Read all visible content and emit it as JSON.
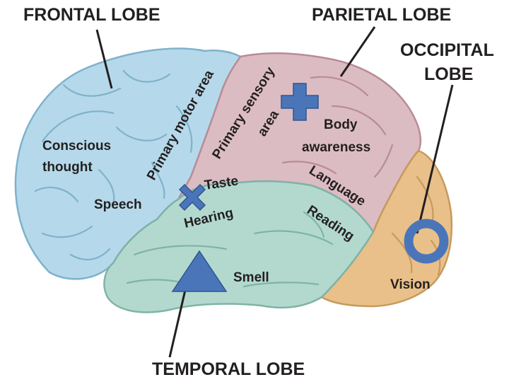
{
  "lobes": {
    "frontal": {
      "title": "FRONTAL LOBE",
      "fill": "#b5d9ea",
      "stroke": "#7fb2cb"
    },
    "parietal": {
      "title": "PARIETAL LOBE",
      "fill": "#dcbcc3",
      "stroke": "#b88c97"
    },
    "occipital": {
      "title_line1": "OCCIPITAL",
      "title_line2": "LOBE",
      "fill": "#e9c089",
      "stroke": "#c79a5c"
    },
    "temporal": {
      "title": "TEMPORAL LOBE",
      "fill": "#b3d9cf",
      "stroke": "#7fb3a6"
    }
  },
  "regions": {
    "conscious_line1": "Conscious",
    "conscious_line2": "thought",
    "speech": "Speech",
    "primary_motor": "Primary motor area",
    "primary_sensory_line1": "Primary sensory",
    "primary_sensory_line2": "area",
    "body_line1": "Body",
    "body_line2": "awareness",
    "taste": "Taste",
    "hearing": "Hearing",
    "language": "Language",
    "reading": "Reading",
    "smell": "Smell",
    "vision": "Vision"
  },
  "markers": {
    "color": "#4a76b9",
    "outline": "#2f5590",
    "plus": "plus-marker",
    "cross": "x-marker",
    "circle": "circle-marker",
    "triangle": "triangle-marker"
  }
}
